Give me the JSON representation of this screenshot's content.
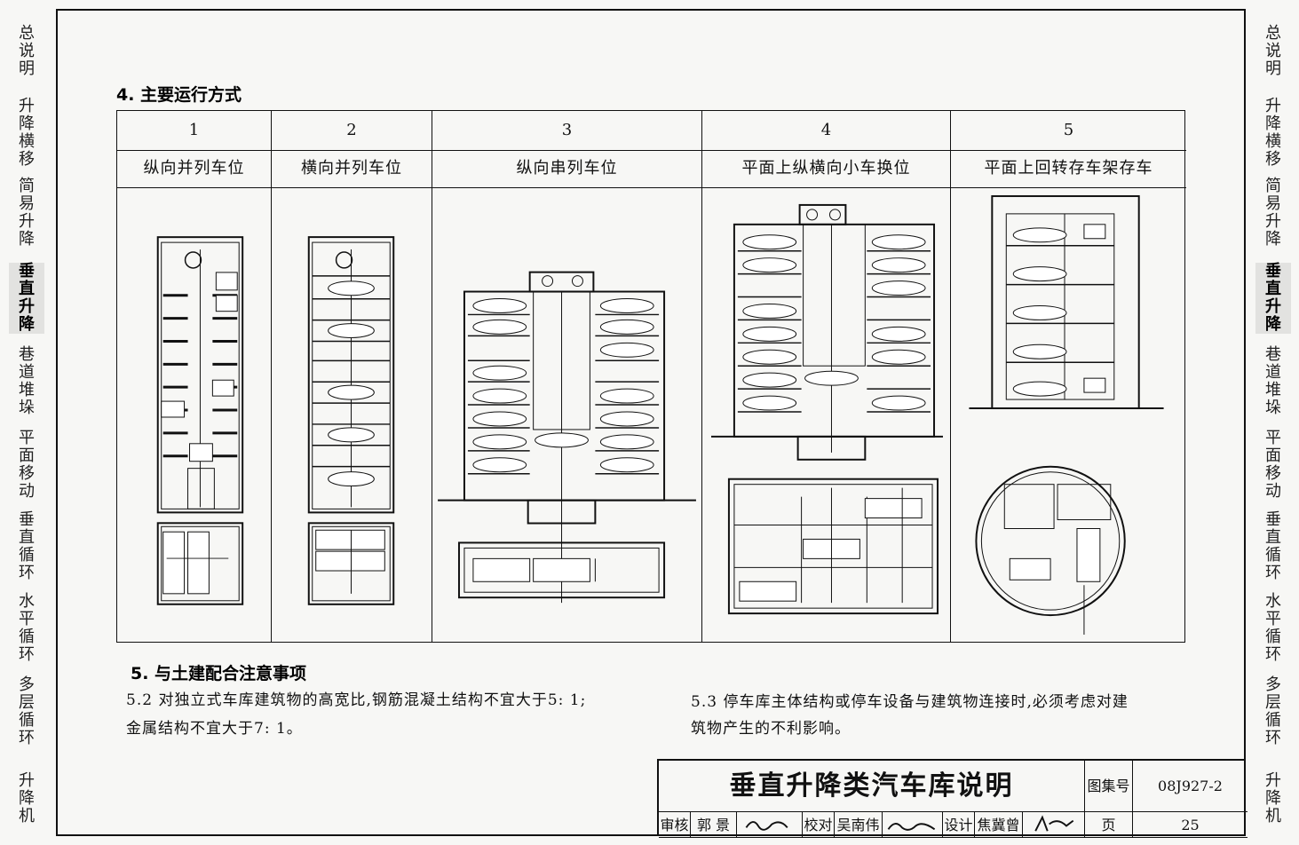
{
  "side_tabs": [
    {
      "label": "总说明",
      "active": false
    },
    {
      "label": "升降横移",
      "active": false
    },
    {
      "label": "简易升降",
      "active": false
    },
    {
      "label": "垂直升降",
      "active": true
    },
    {
      "label": "巷道堆垛",
      "active": false
    },
    {
      "label": "平面移动",
      "active": false
    },
    {
      "label": "垂直循环",
      "active": false
    },
    {
      "label": "水平循环",
      "active": false
    },
    {
      "label": "多层循环",
      "active": false
    },
    {
      "label": "升降机",
      "active": false
    }
  ],
  "section4": {
    "heading": "4. 主要运行方式",
    "columns": [
      {
        "num": "1",
        "title": "纵向并列车位"
      },
      {
        "num": "2",
        "title": "横向并列车位"
      },
      {
        "num": "3",
        "title": "纵向串列车位"
      },
      {
        "num": "4",
        "title": "平面上纵横向小车换位"
      },
      {
        "num": "5",
        "title": "平面上回转存车架存车"
      }
    ]
  },
  "section5": {
    "heading": "5. 与土建配合注意事项",
    "note_52_line1": "5.2 对独立式车库建筑物的高宽比,钢筋混凝土结构不宜大于5: 1;",
    "note_52_line2": "金属结构不宜大于7: 1。",
    "note_53_line1": "5.3 停车库主体结构或停车设备与建筑物连接时,必须考虑对建",
    "note_53_line2": "筑物产生的不利影响。"
  },
  "title_block": {
    "title": "垂直升降类汽车库说明",
    "atlas_label": "图集号",
    "atlas_number": "08J927-2",
    "review_label": "审核",
    "reviewer": "郭 景",
    "check_label": "校对",
    "checker": "吴南伟",
    "design_label": "设计",
    "designer": "焦冀曾",
    "page_label": "页",
    "page_number": "25"
  }
}
